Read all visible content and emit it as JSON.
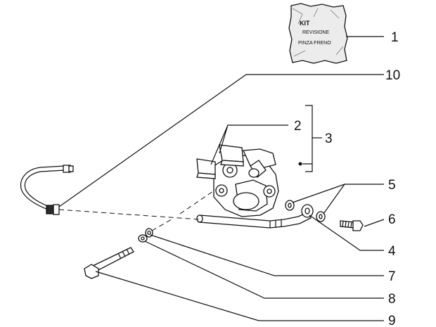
{
  "kit": {
    "title": "KIT",
    "line1": "REVISIONE",
    "line2": "PINZA FRENO"
  },
  "callouts": {
    "c1": "1",
    "c2": "2",
    "c3": "3",
    "c4": "4",
    "c5": "5",
    "c6": "6",
    "c7": "7",
    "c8": "8",
    "c9": "9",
    "c10": "10"
  },
  "colors": {
    "line": "#111111",
    "background": "#ffffff"
  }
}
